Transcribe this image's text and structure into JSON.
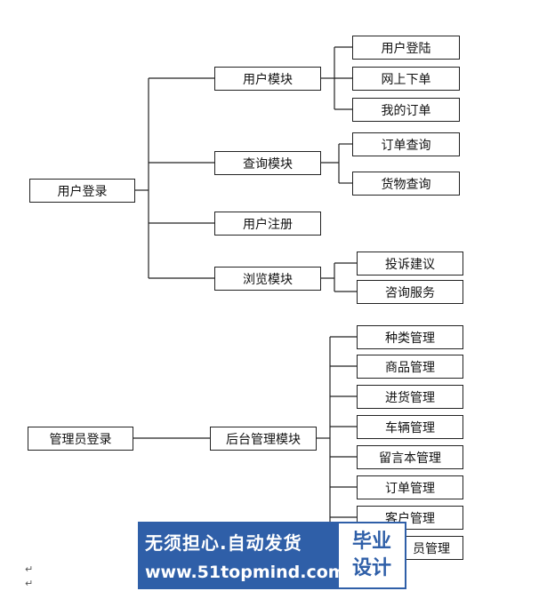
{
  "user_tree": {
    "root": "用户登录",
    "modules": [
      {
        "label": "用户模块",
        "children": [
          "用户登陆",
          "网上下单",
          "我的订单"
        ]
      },
      {
        "label": "查询模块",
        "children": [
          "订单查询",
          "货物查询"
        ]
      },
      {
        "label": "用户注册",
        "children": []
      },
      {
        "label": "浏览模块",
        "children": [
          "投诉建议",
          "咨询服务"
        ]
      }
    ]
  },
  "admin_tree": {
    "root": "管理员登录",
    "module": "后台管理模块",
    "children": [
      "种类管理",
      "商品管理",
      "进货管理",
      "车辆管理",
      "留言本管理",
      "订单管理",
      "客户管理",
      "员管理"
    ]
  },
  "watermark": {
    "line1": "无须担心.自动发货",
    "line2": "www.51topmind.com",
    "badge_top": "毕业",
    "badge_bottom": "设计"
  },
  "paragraph_mark": "↵"
}
